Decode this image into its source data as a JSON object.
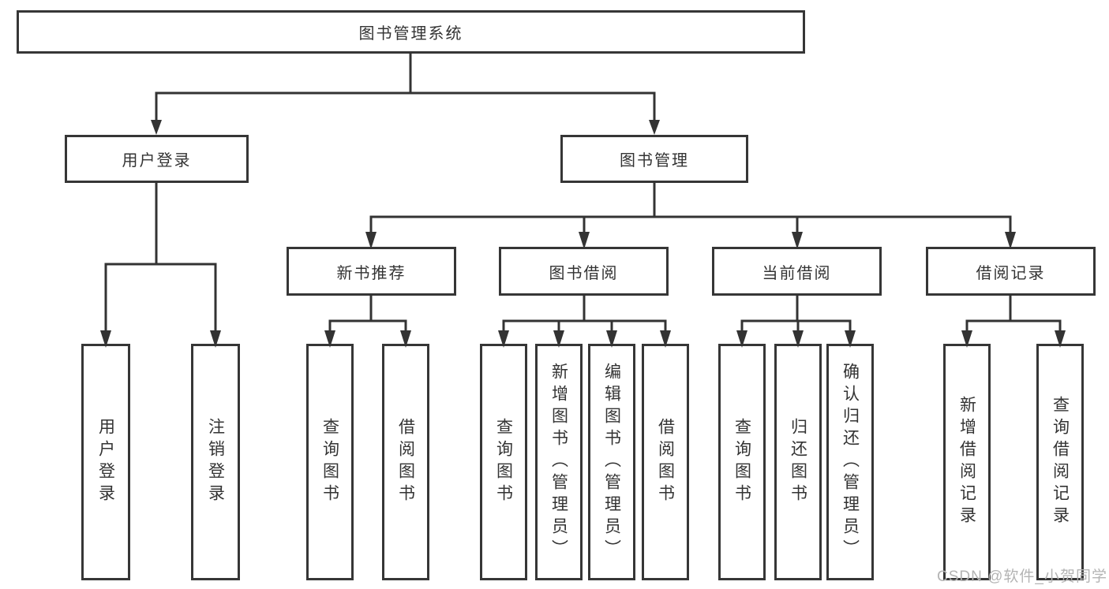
{
  "root_label": "图书管理系统",
  "user_login": {
    "label": "用户登录",
    "children": [
      "用户登录",
      "注销登录"
    ]
  },
  "book_mgmt": {
    "label": "图书管理",
    "children": [
      {
        "label": "新书推荐",
        "children": [
          "查询图书",
          "借阅图书"
        ]
      },
      {
        "label": "图书借阅",
        "children": [
          "查询图书",
          "新增图书（管理员）",
          "编辑图书（管理员）",
          "借阅图书"
        ]
      },
      {
        "label": "当前借阅",
        "children": [
          "查询图书",
          "归还图书",
          "确认归还（管理员）"
        ]
      },
      {
        "label": "借阅记录",
        "children": [
          "新增借阅记录",
          "查询借阅记录"
        ]
      }
    ]
  },
  "watermark": {
    "text": "CSDN @软件_小贺同学"
  },
  "colors": {
    "line": "#333333",
    "box_border": "#363636",
    "text": "#333333",
    "watermark": "#b4b4b4",
    "background": "#ffffff"
  }
}
